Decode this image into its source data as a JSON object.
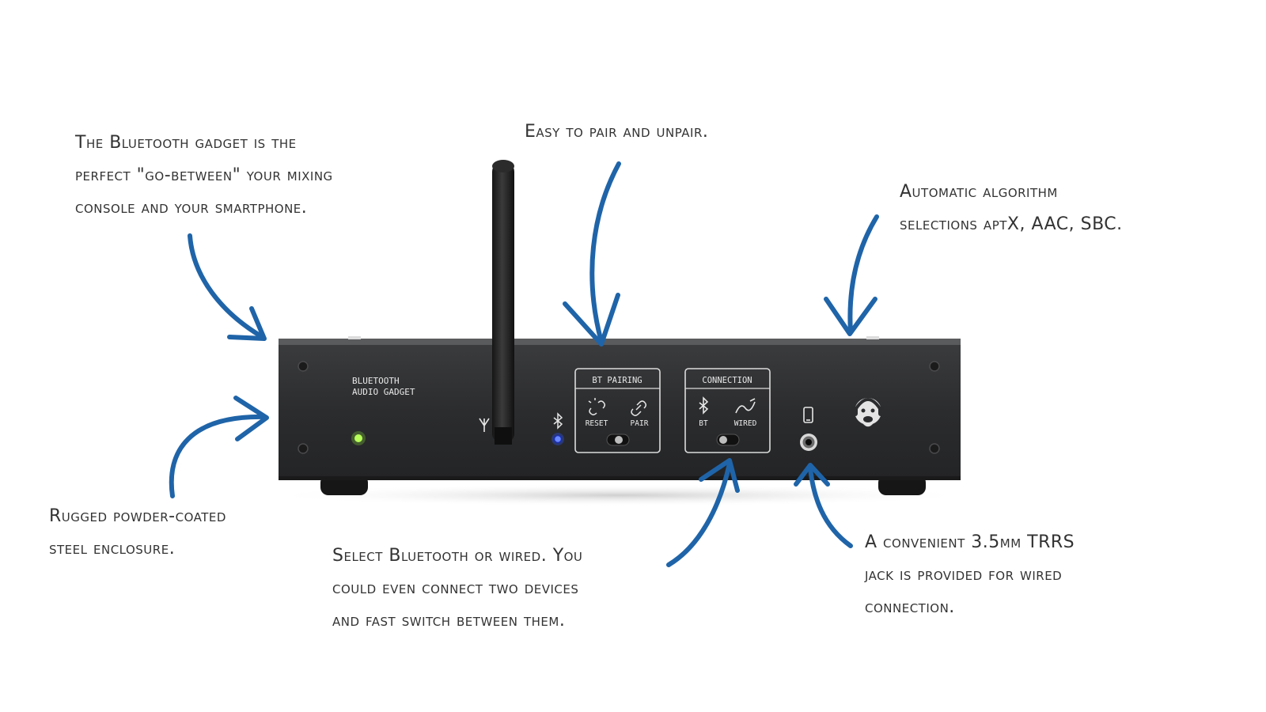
{
  "callouts": {
    "top_left": [
      "The Bluetooth gadget is the",
      "perfect \"go-between\" your mixing",
      "console and your smartphone."
    ],
    "top_center": [
      "Easy to pair and unpair."
    ],
    "top_right": [
      "Automatic algorithm",
      "selections aptX, AAC, SBC."
    ],
    "bottom_left": [
      "Rugged powder-coated",
      "steel enclosure."
    ],
    "bottom_center": [
      "Select Bluetooth or wired. You",
      "could even connect two devices",
      "and fast switch between them."
    ],
    "bottom_right": [
      "A convenient 3.5mm TRRS",
      "jack is provided for wired",
      "connection."
    ]
  },
  "device": {
    "brand_line1": "BLUETOOTH",
    "brand_line2": "AUDIO GADGET",
    "pairing_title": "BT PAIRING",
    "pairing_reset": "RESET",
    "pairing_pair": "PAIR",
    "connection_title": "CONNECTION",
    "connection_bt": "BT",
    "connection_wired": "WIRED"
  },
  "icons": {
    "antenna": "antenna-icon",
    "bluetooth": "bluetooth-icon",
    "phone": "smartphone-icon",
    "logo": "monkey-headphones-logo",
    "arrow": "hand-drawn-arrow-icon"
  },
  "colors": {
    "arrow": "#1f64a8",
    "panel": "#2b2c2e",
    "led_green": "#9bff3c",
    "led_blue": "#2f56ff",
    "text": "#333333"
  }
}
